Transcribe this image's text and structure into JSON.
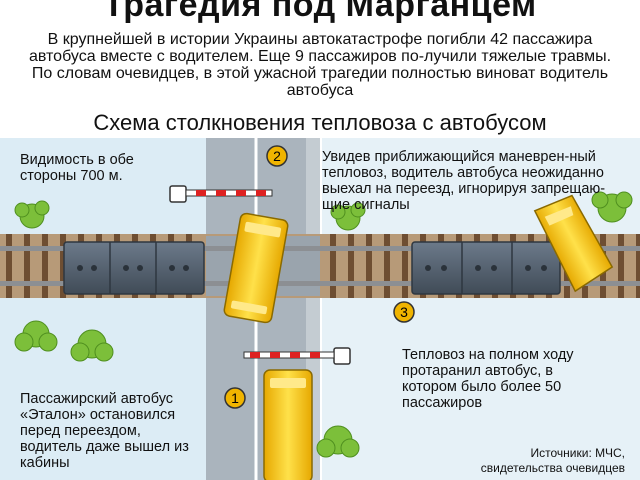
{
  "header": {
    "title": "Трагедия под Марганцем",
    "lead": "В крупнейшей в истории Украины автокатастрофе погибли 42 пассажира автобуса вместе с водителем. Еще 9 пассажиров по-лучили тяжелые травмы. По словам очевидцев, в этой ужасной трагедии полностью виноват водитель автобуса",
    "subtitle": "Схема столкновения тепловоза с автобусом"
  },
  "labels": {
    "visibility": "Видимость в обе стороны 700 м.",
    "step1": "Пассажирский автобус «Эталон» остановился перед переездом, водитель даже вышел из кабины",
    "step2": "Увидев приближающийся маневрен-ный тепловоз, водитель автобуса неожиданно выехал  на переезд, игнорируя запрещаю-щие сигналы",
    "step3": "Тепловоз на полном ходу протаранил автобус, в котором было более 50 пассажиров"
  },
  "markers": {
    "m1": "1",
    "m2": "2",
    "m3": "3"
  },
  "source": {
    "line1": "Источники: МЧС,",
    "line2": "свидетельства очевидцев"
  },
  "colors": {
    "bg": "#dcecf5",
    "road": "#aab4bd",
    "rail": "#8b6b4c",
    "locomotive": "#525f6e",
    "bus": "#f6c400",
    "marker": "#f0b400",
    "bush": "#7cbf3a"
  }
}
